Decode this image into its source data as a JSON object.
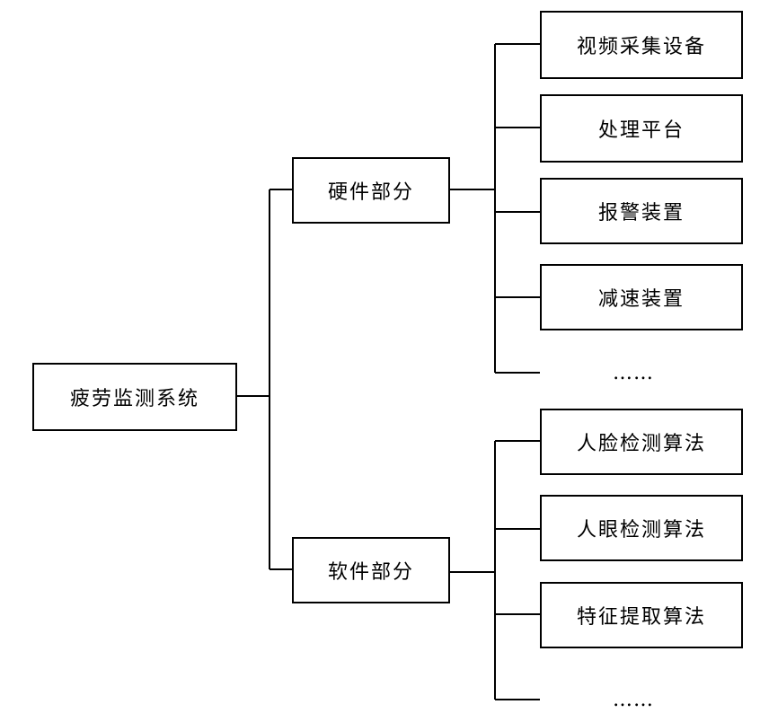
{
  "root": {
    "label": "疲劳监测系统"
  },
  "hardware": {
    "label": "硬件部分",
    "children": [
      "视频采集设备",
      "处理平台",
      "报警装置",
      "减速装置",
      "……"
    ]
  },
  "software": {
    "label": "软件部分",
    "children": [
      "人脸检测算法",
      "人眼检测算法",
      "特征提取算法",
      "……"
    ]
  }
}
